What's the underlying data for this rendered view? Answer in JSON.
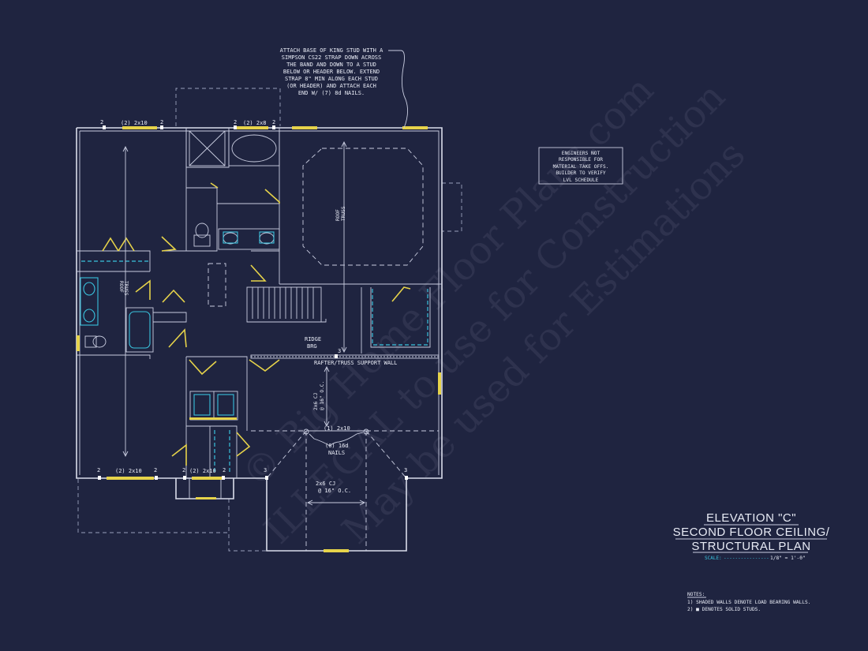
{
  "watermark": {
    "line1": "ILLEGAL to use for Construction",
    "line2": "May be used for Estimations",
    "brand": "© Big Home Floor Plans.com"
  },
  "notes_top": {
    "lines": [
      "ATTACH BASE OF KING STUD WITH A",
      "SIMPSON CS22 STRAP DOWN ACROSS",
      "THE BAND AND DOWN TO A STUD",
      "BELOW OR HEADER BELOW.  EXTEND",
      "STRAP 8\" MIN ALONG EACH STUD",
      "(OR HEADER) AND ATTACH EACH",
      "END W/ (7) 8d NAILS."
    ]
  },
  "engineer_box": {
    "lines": [
      "ENGINEERS NOT",
      "RESPONSIBLE FOR",
      "MATERIAL TAKE OFFS.",
      "BUILDER TO VERIFY",
      "LVL SCHEDULE"
    ]
  },
  "labels": {
    "header_2x10_top": "(2) 2x10",
    "header_2x8_top": "(2) 2x8",
    "stud2": "2",
    "stud3": "3",
    "roof_truss": "ROOF TRUSS",
    "roof": "ROOF",
    "truss": "TRUSS",
    "ridge": "RIDGE",
    "brg": "BRG",
    "support_wall": "RAFTER/TRUSS SUPPORT WALL",
    "cj_vertical_1": "2x6 CJ",
    "cj_vertical_2": "@ 16\" O.C.",
    "header_1x10": "(1) 2x10",
    "nails_1": "(6) 16d",
    "nails_2": "NAILS",
    "header_2x10_bottom_left": "(2) 2x10",
    "header_2x10_bottom_mid": "(2) 2x10",
    "cj_front_1": "2x6 CJ",
    "cj_front_2": "@ 16\" O.C."
  },
  "title_block": {
    "line1": "ELEVATION \"C\"",
    "line2": "SECOND FLOOR CEILING/",
    "line3": "STRUCTURAL PLAN",
    "scale_label": "SCALE:",
    "scale_dots": "----------------",
    "scale_value": "1/8\" = 1'-0\""
  },
  "notes_bottom": {
    "heading": "NOTES:",
    "line1": "1) SHADED WALLS DENOTE LOAD BEARING WALLS.",
    "line2": "2)  ■ DENOTES SOLID STUDS."
  }
}
